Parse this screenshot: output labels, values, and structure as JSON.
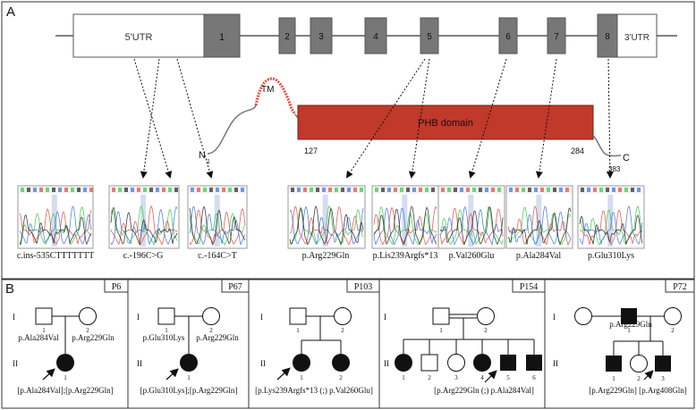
{
  "panel_a": {
    "label": "A",
    "gene": {
      "utr5": "5'UTR",
      "utr3": "3'UTR",
      "exons": [
        "1",
        "2",
        "3",
        "4",
        "5",
        "6",
        "7",
        "8"
      ],
      "colors": {
        "exon": "#777777",
        "utr": "#ffffff",
        "backbone": "#555555"
      }
    },
    "protein": {
      "tm_label": "TM",
      "domain_label": "PHB domain",
      "n_label": "N",
      "n_pos": "1",
      "c_label": "C",
      "c_pos": "383",
      "start_127": "127",
      "end_284": "284",
      "colors": {
        "domain": "#c0392b",
        "tm": "#e74c3c"
      }
    },
    "variants": [
      "c.ins-535CTTTTTTT",
      "c.-196C>G",
      "c.-164C>T",
      "p.Arg229Gln",
      "p.Lis239Argfs*13",
      "p.Val260Glu",
      "p.Ala284Val",
      "p.Glu310Lys"
    ]
  },
  "panel_b": {
    "label": "B",
    "families": [
      {
        "id": "P6",
        "gen1": "I",
        "gen2": "II",
        "f1": "1",
        "m1": "2",
        "f_var": "p.Ala284Val",
        "m_var": "p.Arg229Gln",
        "c1": "1",
        "genotype": "[p.Ala284Val];[p.Arg229Gln]"
      },
      {
        "id": "P67",
        "gen1": "I",
        "gen2": "II",
        "f1": "1",
        "m1": "2",
        "f_var": "p.Glu310Lys",
        "m_var": "p.Arg229Gln",
        "c1": "1",
        "genotype": "[p.Glu310Lys];[p.Arg229Gln]"
      },
      {
        "id": "P103",
        "gen1": "I",
        "gen2": "II",
        "f1": "1",
        "m1": "2",
        "c1": "1",
        "c2": "2",
        "genotype": "[p.Lys239Argfs*13 (;) p.Val260Glu]"
      },
      {
        "id": "P154",
        "gen1": "I",
        "gen2": "II",
        "f1": "1",
        "m1": "2",
        "children": [
          "1",
          "2",
          "3",
          "4",
          "5",
          "6"
        ],
        "genotype": "[p.Arg229Gln (;) p.Ala284Val]"
      },
      {
        "id": "P72",
        "gen1": "I",
        "gen2": "II",
        "f1": "1",
        "m1": "2",
        "f_var": "p.Arg229Gln",
        "children": [
          "1",
          "2",
          "3"
        ],
        "genotype": "[p.Arg229Gln] [p.Arg408Gln]"
      }
    ]
  }
}
